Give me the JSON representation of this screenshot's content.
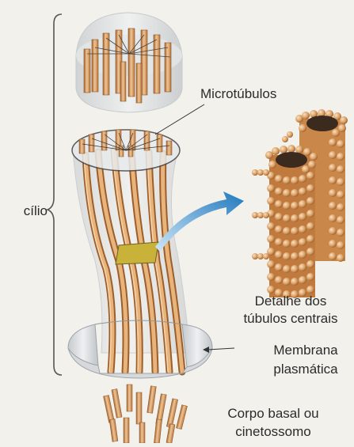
{
  "labels": {
    "cilio": "cílio",
    "microtubulos": "Microtúbulos",
    "detalhe_line1": "Detalhe dos",
    "detalhe_line2": "túbulos centrais",
    "membrana_line1": "Membrana",
    "membrana_line2": "plasmática",
    "corpo_line1": "Corpo basal ou",
    "corpo_line2": "cinetossomo"
  },
  "colors": {
    "background": "#f3f1ec",
    "tubule": "#d39a5c",
    "tubule_dark": "#a5652e",
    "tubule_light": "#f0c697",
    "membrane": "#d9dde0",
    "arrow": "#2f86c7",
    "detail_square": "#c8b23a",
    "text": "#2b2b2b"
  }
}
